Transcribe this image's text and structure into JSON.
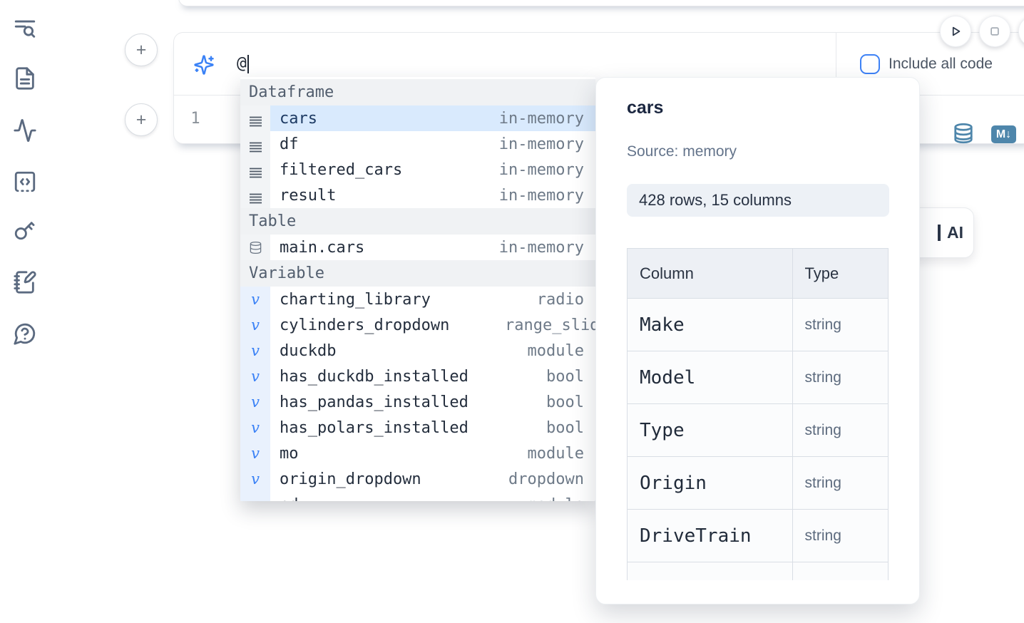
{
  "colors": {
    "accent": "#3b82f6",
    "steel_blue": "#4e86ab",
    "selection": "#d9eafd"
  },
  "sidebar": {
    "icons": [
      "text-search-icon",
      "file-text-icon",
      "activity-icon",
      "code-snippets-icon",
      "key-icon",
      "scratchpad-icon",
      "help-chat-icon"
    ]
  },
  "add_buttons": {
    "label": "+"
  },
  "ai_prompt": {
    "value": "@",
    "include_all_code_label": "Include all code"
  },
  "editor": {
    "line_number": "1",
    "markdown_badge": "M↓"
  },
  "ai_card": {
    "label": "AI"
  },
  "autocomplete": {
    "variable_glyph": "v",
    "sections": [
      {
        "label": "Dataframe",
        "items": [
          {
            "name": "cars",
            "type": "in-memory"
          },
          {
            "name": "df",
            "type": "in-memory"
          },
          {
            "name": "filtered_cars",
            "type": "in-memory"
          },
          {
            "name": "result",
            "type": "in-memory"
          }
        ]
      },
      {
        "label": "Table",
        "items": [
          {
            "name": "main.cars",
            "type": "in-memory"
          }
        ]
      },
      {
        "label": "Variable",
        "items": [
          {
            "name": "charting_library",
            "type": "radio"
          },
          {
            "name": "cylinders_dropdown",
            "type": "range_slider"
          },
          {
            "name": "duckdb",
            "type": "module"
          },
          {
            "name": "has_duckdb_installed",
            "type": "bool"
          },
          {
            "name": "has_pandas_installed",
            "type": "bool"
          },
          {
            "name": "has_polars_installed",
            "type": "bool"
          },
          {
            "name": "mo",
            "type": "module"
          },
          {
            "name": "origin_dropdown",
            "type": "dropdown"
          },
          {
            "name": "pd",
            "type": "module"
          }
        ]
      }
    ]
  },
  "preview": {
    "title": "cars",
    "source": "Source: memory",
    "shape": "428 rows, 15 columns",
    "table": {
      "headers": [
        "Column",
        "Type"
      ],
      "rows": [
        [
          "Make",
          "string"
        ],
        [
          "Model",
          "string"
        ],
        [
          "Type",
          "string"
        ],
        [
          "Origin",
          "string"
        ],
        [
          "DriveTrain",
          "string"
        ]
      ]
    }
  }
}
